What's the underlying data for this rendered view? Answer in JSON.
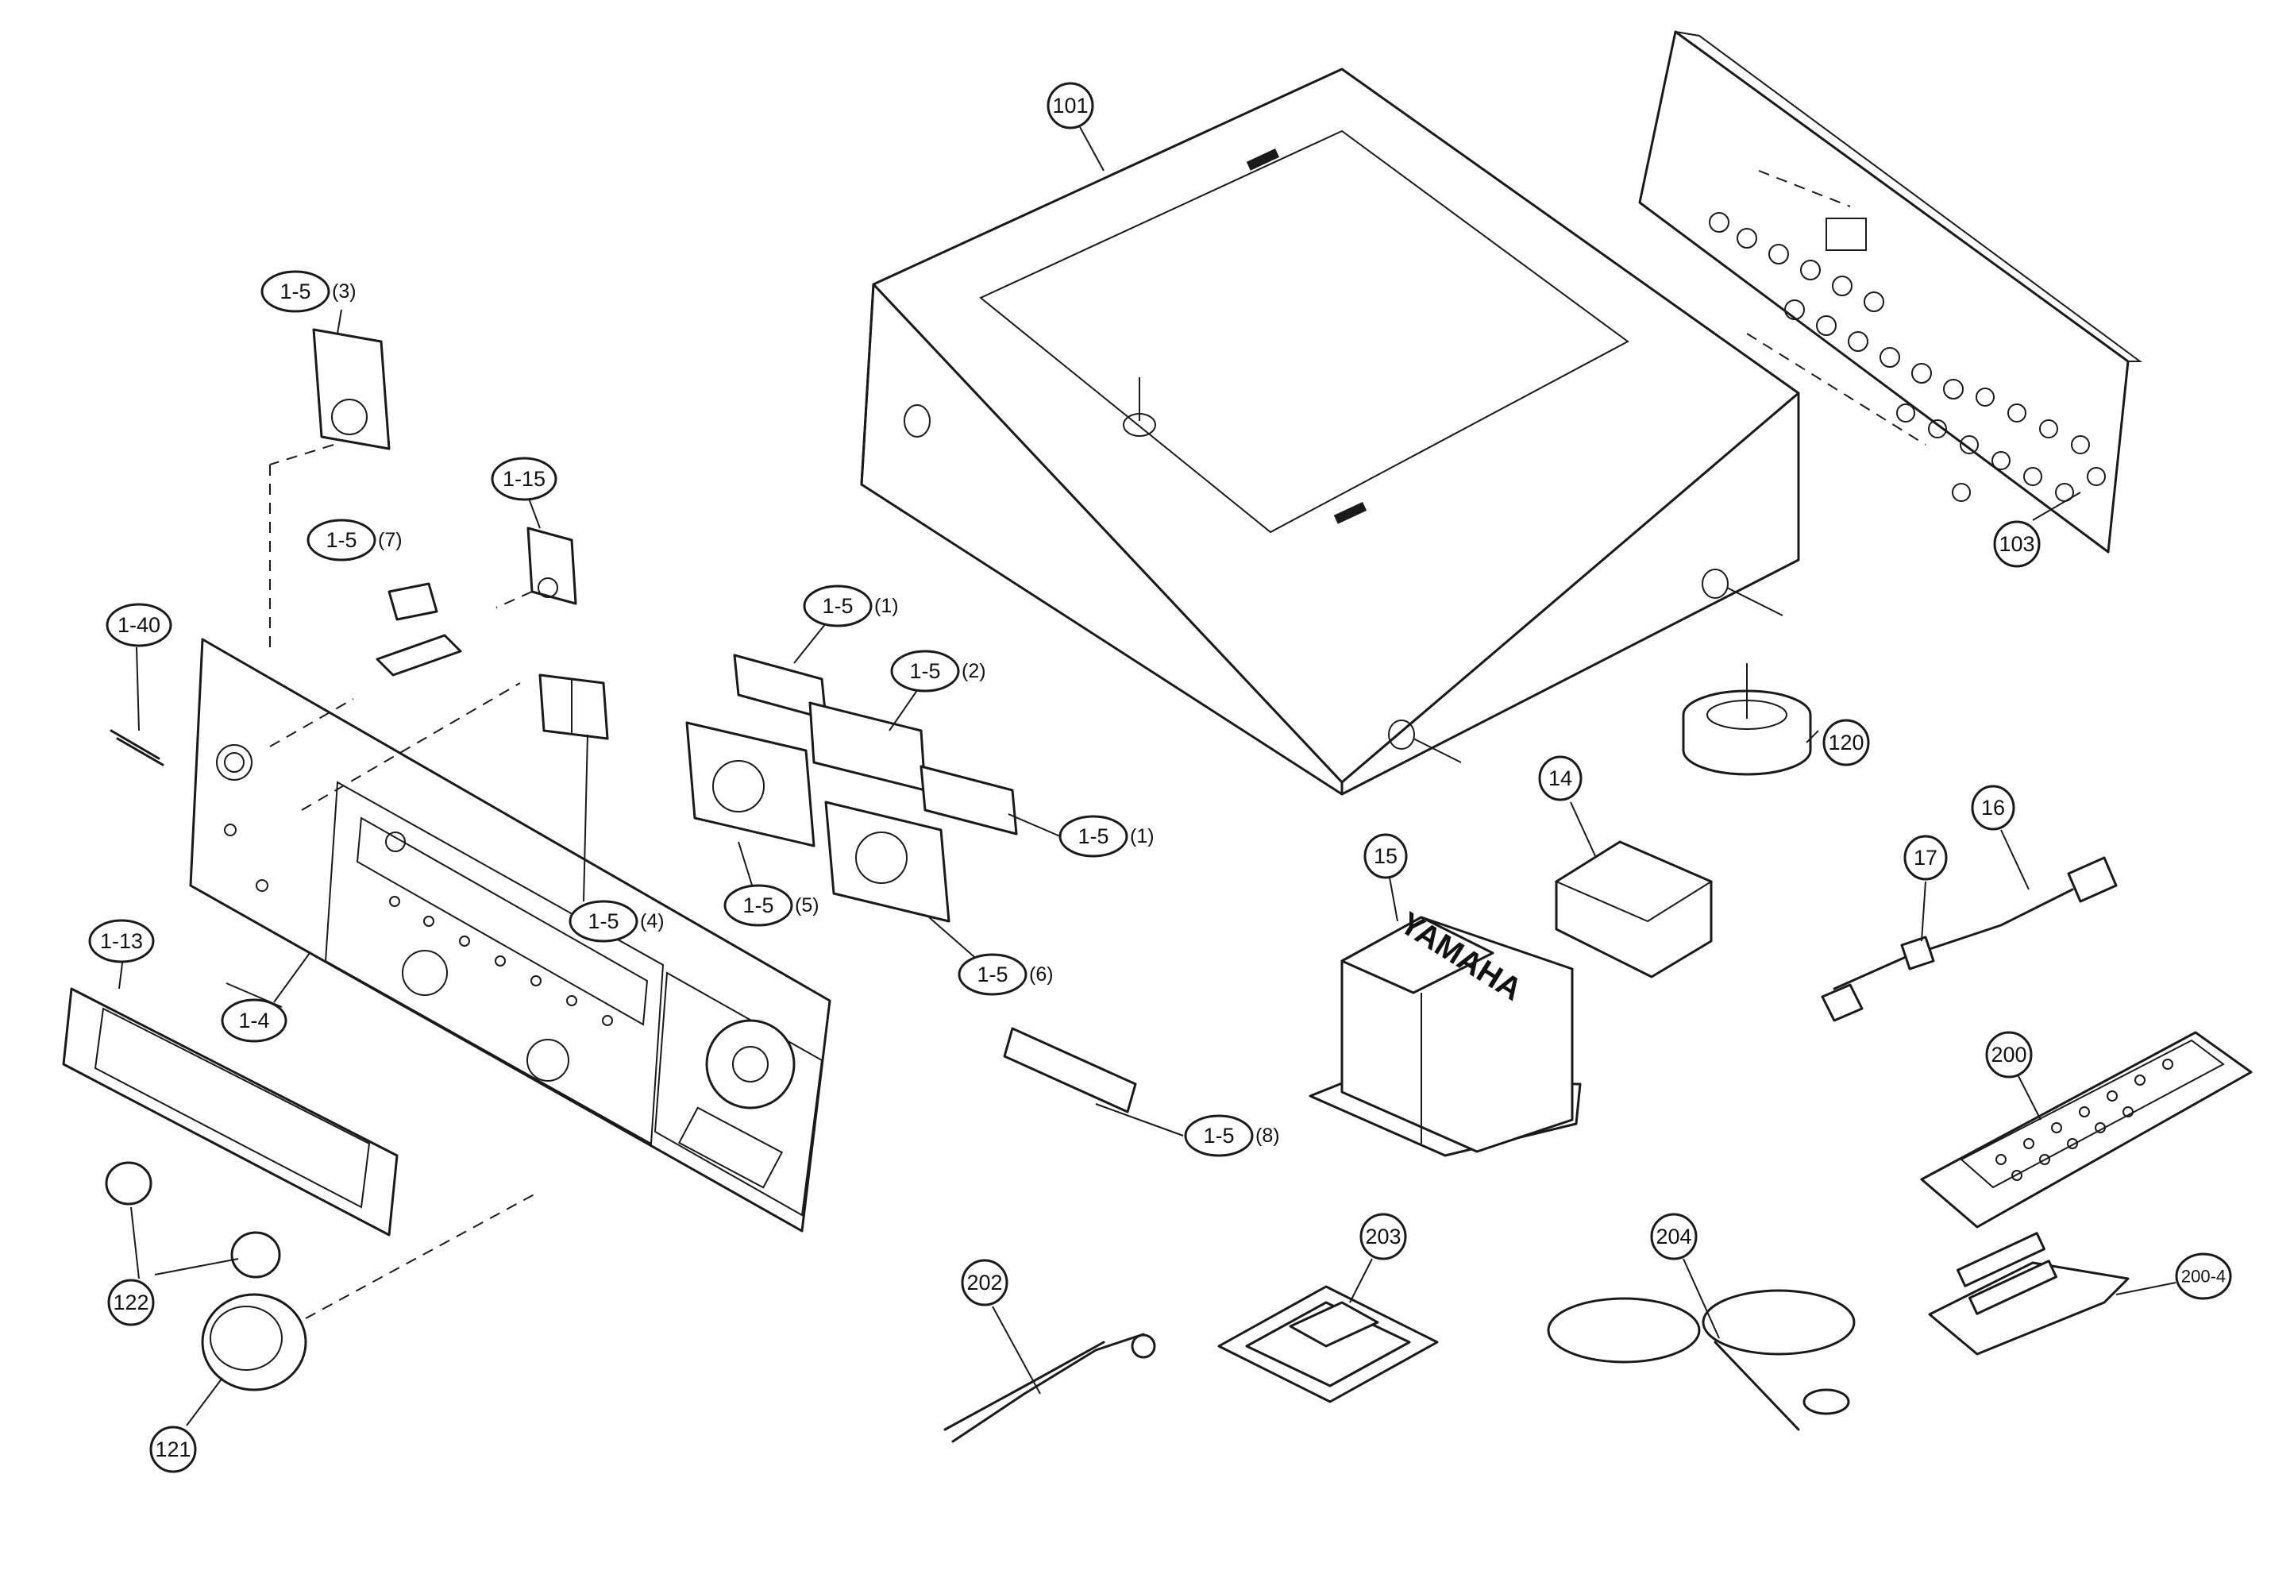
{
  "brand_mark": "YAMAHA",
  "part_labels": {
    "p101": "101",
    "p103": "103",
    "p120": "120",
    "p14": "14",
    "p15": "15",
    "p16": "16",
    "p17": "17",
    "p200": "200",
    "p200_4": "200-4",
    "p202": "202",
    "p203": "203",
    "p204": "204",
    "p121": "121",
    "p122": "122",
    "p1_4": "1-4",
    "p1_13": "1-13",
    "p1_15": "1-15",
    "p1_40": "1-40",
    "p1_5_1a": "1-5",
    "p1_5_1b": "1-5",
    "p1_5_2": "1-5",
    "p1_5_3": "1-5",
    "p1_5_4": "1-5",
    "p1_5_5": "1-5",
    "p1_5_6": "1-5",
    "p1_5_7": "1-5",
    "p1_5_8": "1-5"
  },
  "part_suffixes": {
    "s1a": "(1)",
    "s1b": "(1)",
    "s2": "(2)",
    "s3": "(3)",
    "s4": "(4)",
    "s5": "(5)",
    "s6": "(6)",
    "s7": "(7)",
    "s8": "(8)"
  }
}
